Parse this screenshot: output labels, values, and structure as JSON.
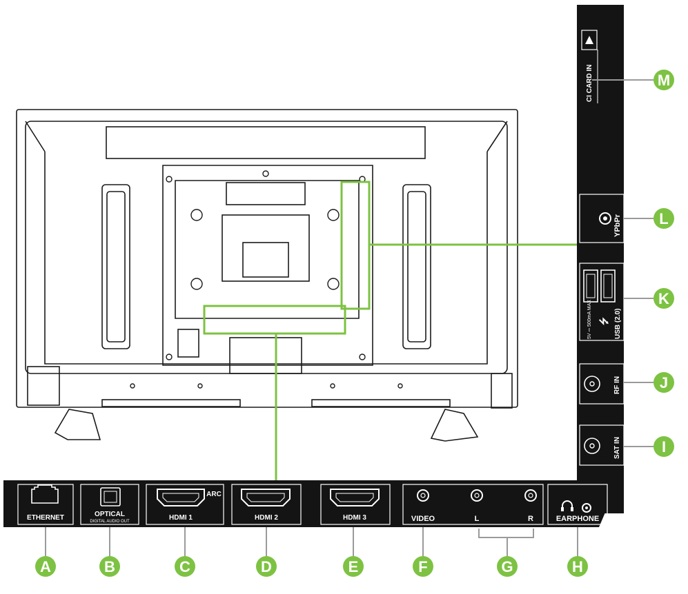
{
  "colors": {
    "accent": "#7dc242",
    "panel": "#141414",
    "tv_line": "#1a1a1a"
  },
  "bottom_ports": {
    "ethernet": "ETHERNET",
    "optical": "OPTICAL",
    "optical_sub": "DIGITAL AUDIO OUT",
    "hdmi1": "HDMI 1",
    "arc": "ARC",
    "hdmi2": "HDMI 2",
    "hdmi3": "HDMI 3",
    "video": "VIDEO",
    "audio_l": "L",
    "audio_r": "R",
    "earphone": "EARPHONE"
  },
  "side_ports": {
    "ci_card": "CI CARD IN",
    "ypbpr": "YPbPr",
    "usb": "USB (2.0)",
    "usb_spec": "5V ⎓ 500mA MAX",
    "rf_in": "RF IN",
    "sat_in": "SAT IN"
  },
  "callouts": {
    "a": "A",
    "b": "B",
    "c": "C",
    "d": "D",
    "e": "E",
    "f": "F",
    "g": "G",
    "h": "H",
    "i": "I",
    "j": "J",
    "k": "K",
    "l": "L",
    "m": "M"
  }
}
